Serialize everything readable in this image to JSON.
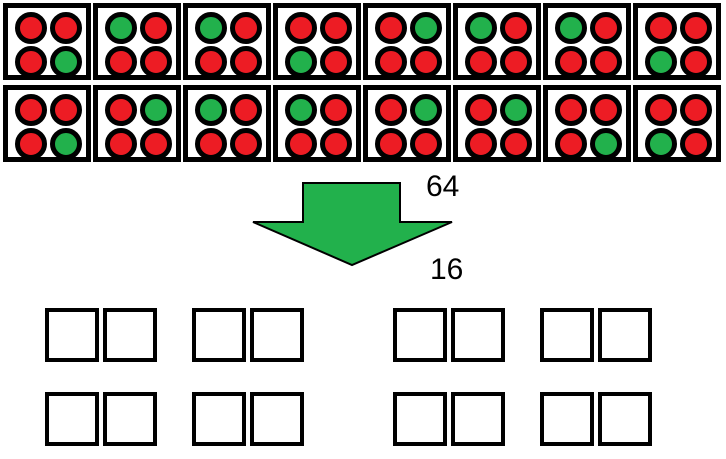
{
  "colors": {
    "red": "#ed1c24",
    "green": "#22b14c"
  },
  "rows": [
    {
      "cards": [
        {
          "green": 3
        },
        {
          "green": 0
        },
        {
          "green": 0
        },
        {
          "green": 2
        },
        {
          "green": 1
        },
        {
          "green": 0
        },
        {
          "green": 0
        },
        {
          "green": 2
        }
      ]
    },
    {
      "cards": [
        {
          "green": 3
        },
        {
          "green": 1
        },
        {
          "green": 0
        },
        {
          "green": 0
        },
        {
          "green": 1
        },
        {
          "green": 1
        },
        {
          "green": 3
        },
        {
          "green": 2
        }
      ]
    }
  ],
  "arrow": {
    "top_label": "64",
    "bottom_label": "16"
  },
  "pairs_count": 8
}
